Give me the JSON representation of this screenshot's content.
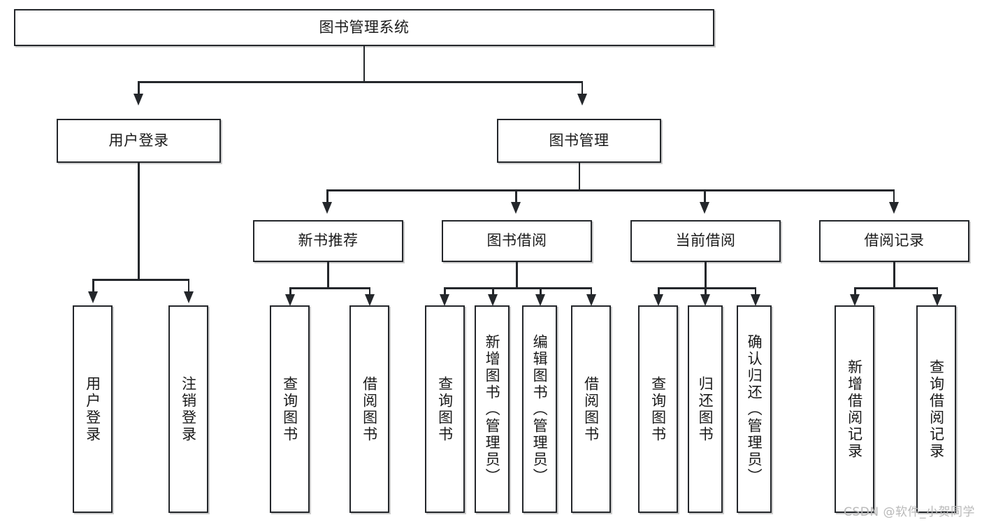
{
  "diagram": {
    "type": "tree",
    "title": "图书管理系统",
    "root": {
      "id": "root",
      "label": "图书管理系统"
    },
    "level2": [
      {
        "id": "user-login",
        "label": "用户登录"
      },
      {
        "id": "book-management",
        "label": "图书管理"
      }
    ],
    "level3": [
      {
        "id": "new-book-recommend",
        "label": "新书推荐"
      },
      {
        "id": "book-borrow",
        "label": "图书借阅"
      },
      {
        "id": "current-borrow",
        "label": "当前借阅"
      },
      {
        "id": "borrow-record",
        "label": "借阅记录"
      }
    ],
    "leaves": {
      "user_login": [
        {
          "id": "leaf-user-login",
          "label": "用户登录"
        },
        {
          "id": "leaf-logout-login",
          "label": "注销登录"
        }
      ],
      "new_book_recommend": [
        {
          "id": "leaf-query-book-1",
          "label": "查询图书"
        },
        {
          "id": "leaf-borrow-book-1",
          "label": "借阅图书"
        }
      ],
      "book_borrow": [
        {
          "id": "leaf-query-book-2",
          "label": "查询图书"
        },
        {
          "id": "leaf-add-book",
          "label": "新增图书（管理员）"
        },
        {
          "id": "leaf-edit-book",
          "label": "编辑图书（管理员）"
        },
        {
          "id": "leaf-borrow-book-2",
          "label": "借阅图书"
        }
      ],
      "current_borrow": [
        {
          "id": "leaf-query-book-3",
          "label": "查询图书"
        },
        {
          "id": "leaf-return-book",
          "label": "归还图书"
        },
        {
          "id": "leaf-confirm-return",
          "label": "确认归还（管理员）"
        }
      ],
      "borrow_record": [
        {
          "id": "leaf-add-record",
          "label": "新增借阅记录"
        },
        {
          "id": "leaf-query-record",
          "label": "查询借阅记录"
        }
      ]
    }
  },
  "watermark": {
    "text": "CSDN @软件_小贺同学"
  },
  "colors": {
    "stroke": "#24272b",
    "fill": "#ffffff",
    "text": "#1a1a1a",
    "watermark": "#b9b9b9"
  }
}
